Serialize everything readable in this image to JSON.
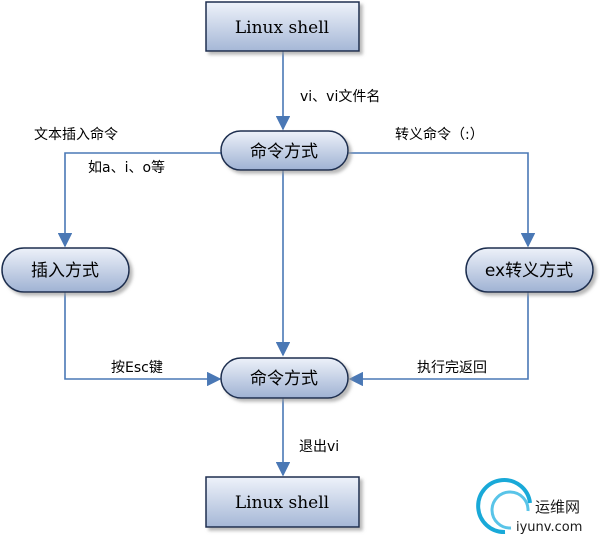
{
  "nodes": {
    "top_shell": "Linux shell",
    "cmd_mode_1": "命令方式",
    "insert_mode": "插入方式",
    "ex_mode": "ex转义方式",
    "cmd_mode_2": "命令方式",
    "bottom_shell": "Linux shell"
  },
  "edges": {
    "open_vi": "vi、vi文件名",
    "insert_cmd": "文本插入命令",
    "insert_cmd_examples": "如a、i、o等",
    "escape_cmd": "转义命令（:）",
    "press_esc": "按Esc键",
    "exec_return": "执行完返回",
    "quit_vi": "退出vi"
  },
  "watermark": {
    "name": "运维网",
    "domain": "iyunv.com"
  },
  "colors": {
    "edge": "#4a78b5",
    "node_fill_top": "#e6ecf7",
    "node_fill_bottom": "#a9bad8",
    "node_border": "#1f2f4f"
  }
}
